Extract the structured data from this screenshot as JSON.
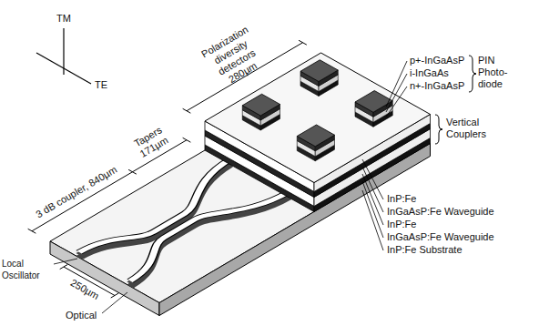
{
  "diagram": {
    "labels": [
      "TM",
      "TE",
      "Polarization diversity detectors 280µm",
      "Tapers 171µm",
      "3 dB coupler, 840µm",
      "p+-InGaAsP",
      "i-InGaAs",
      "n+-InGaAsP",
      "PIN Photo-diode",
      "Vertical Couplers",
      "InP:Fe",
      "InGaAsP:Fe Waveguide",
      "InP:Fe",
      "InGaAsP:Fe Waveguide",
      "InP:Fe Substrate",
      "Local Oscillator",
      "250µm",
      "Optical"
    ]
  }
}
